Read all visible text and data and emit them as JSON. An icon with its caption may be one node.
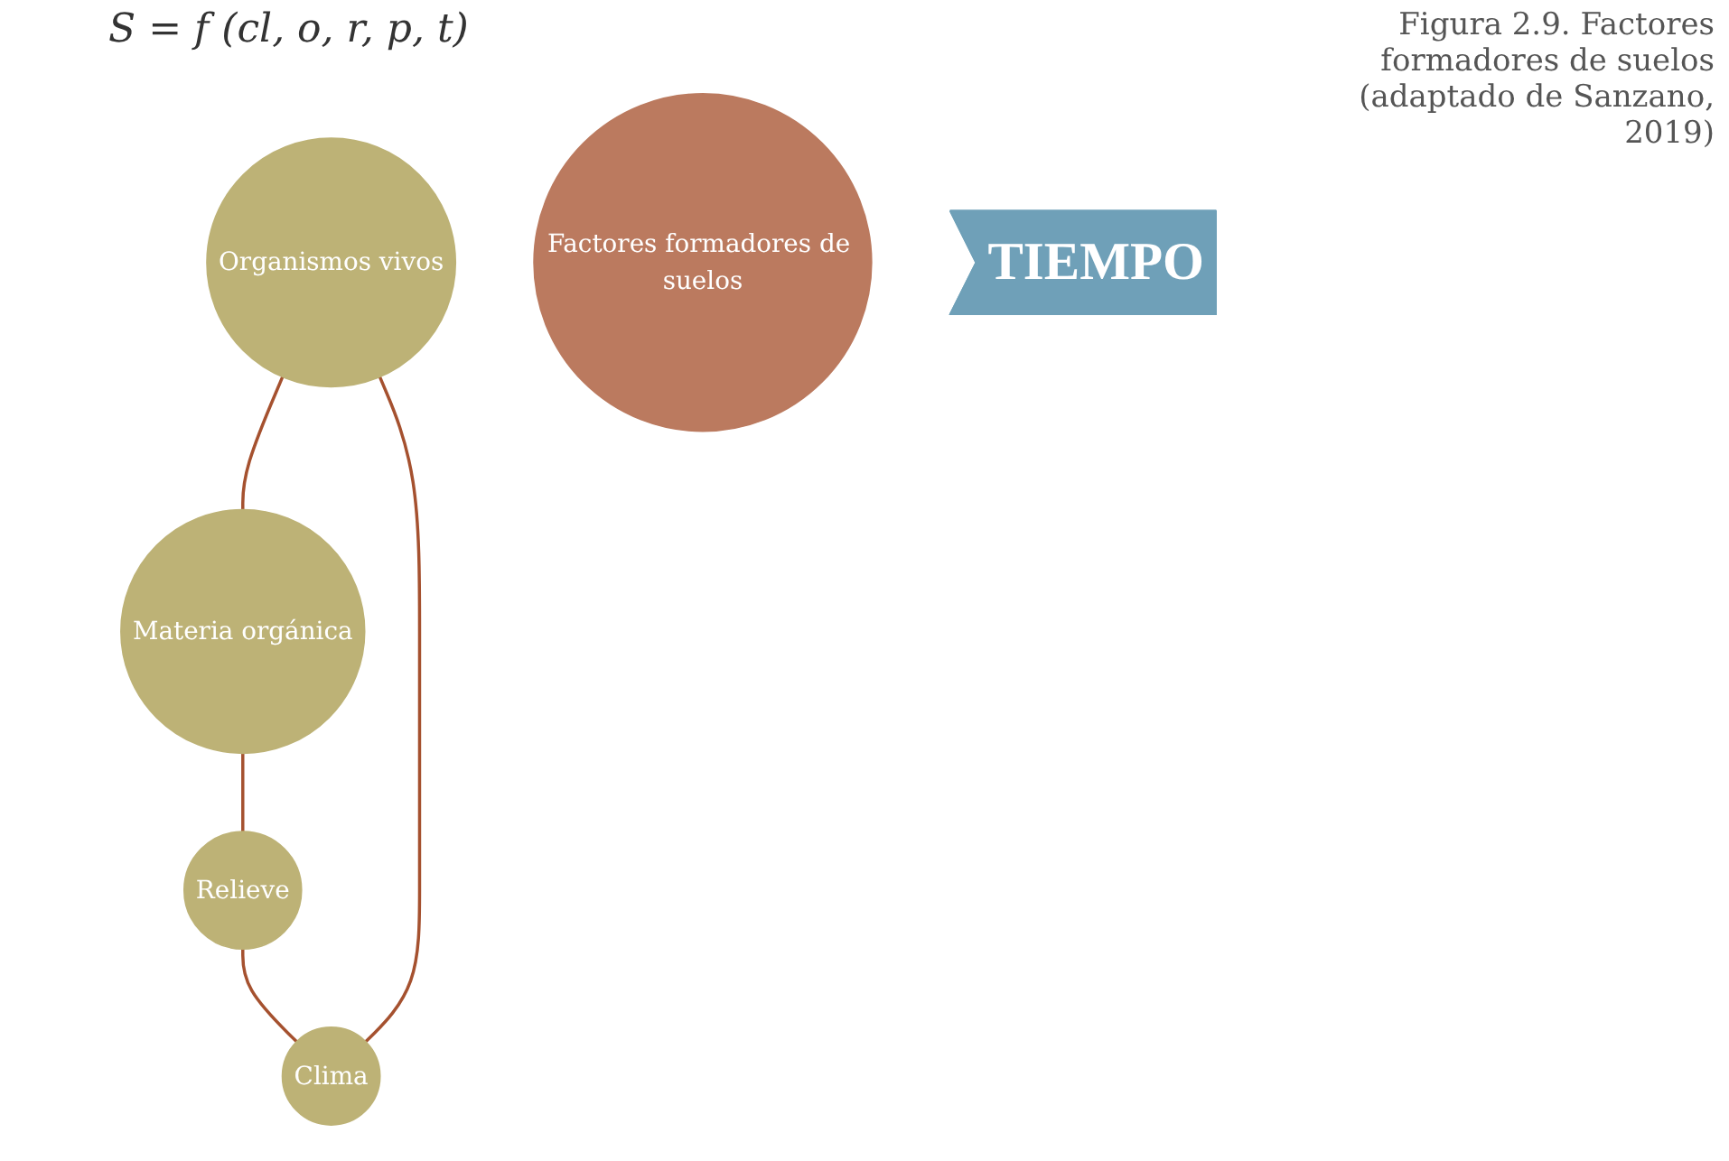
{
  "diagram": {
    "caption": "Figura 2.9. Factores formadores de suelos (adaptado de Sanzano, 2019)",
    "nodes": [
      {
        "text": [
          "Organismos vivos"
        ]
      },
      {
        "text": [
          "Clima"
        ]
      },
      {
        "text": [
          "Factores formadores de suelos"
        ]
      },
      {
        "text": [
          "Materia orgánica"
        ]
      },
      {
        "text": [
          "Relieve"
        ]
      },
      {
        "text": [
          "TIEMPO"
        ]
      }
    ],
    "edges": [
      {
        "from": 0,
        "to": 3,
        "arrow": "none"
      },
      {
        "from": 3,
        "to": 4,
        "arrow": "none"
      },
      {
        "from": 4,
        "to": 1,
        "arrow": "none"
      },
      {
        "from": 1,
        "to": 0,
        "arrow": "none"
      }
    ],
    "labels": [
      "S = f (cl, o, r, p, t)"
    ]
  }
}
